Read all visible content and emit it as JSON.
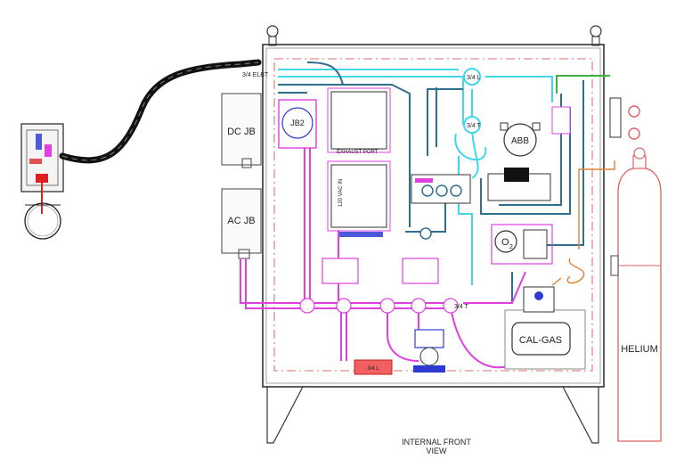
{
  "drawing": {
    "caption_line1": "INTERNAL FRONT",
    "caption_line2": "VIEW"
  },
  "labels": {
    "dc_jb": "DC JB",
    "ac_jb": "AC JB",
    "jb2": "JB2",
    "elbow": "3/4 ELBT",
    "l_fitting": "3/4 L",
    "t_fitting_top": "3/4 T",
    "t_fitting_bottom": "3/4 T",
    "exhaust_port": "EXHAUST PORT",
    "vac_in": "120 VAC IN",
    "abb": "ABB",
    "o2": "O",
    "o2_sub": "2",
    "cal_gas": "CAL-GAS",
    "helium": "HELIUM",
    "bottom_fitting": "3/4 L"
  },
  "colors": {
    "enclosure": "#333333",
    "magenta": "#e040e0",
    "cyan": "#40d8e8",
    "steel_blue": "#2f6f8f",
    "red_dashed": "#d04040",
    "cylinder": "#e06060",
    "green": "#40b040",
    "orange": "#e08030",
    "black_cable": "#111111"
  }
}
